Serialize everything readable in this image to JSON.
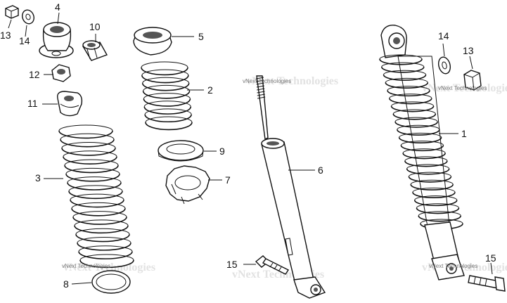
{
  "parts": [
    {
      "id": "p1",
      "label": "1"
    },
    {
      "id": "p2",
      "label": "2"
    },
    {
      "id": "p3",
      "label": "3"
    },
    {
      "id": "p4",
      "label": "4"
    },
    {
      "id": "p5",
      "label": "5"
    },
    {
      "id": "p6",
      "label": "6"
    },
    {
      "id": "p7",
      "label": "7"
    },
    {
      "id": "p8",
      "label": "8"
    },
    {
      "id": "p9",
      "label": "9"
    },
    {
      "id": "p10",
      "label": "10"
    },
    {
      "id": "p11",
      "label": "11"
    },
    {
      "id": "p12",
      "label": "12"
    },
    {
      "id": "p13a",
      "label": "13"
    },
    {
      "id": "p13b",
      "label": "13"
    },
    {
      "id": "p14a",
      "label": "14"
    },
    {
      "id": "p14b",
      "label": "14"
    },
    {
      "id": "p15a",
      "label": "15"
    },
    {
      "id": "p15b",
      "label": "15"
    }
  ],
  "watermark": {
    "text": "vNext Technologies"
  }
}
